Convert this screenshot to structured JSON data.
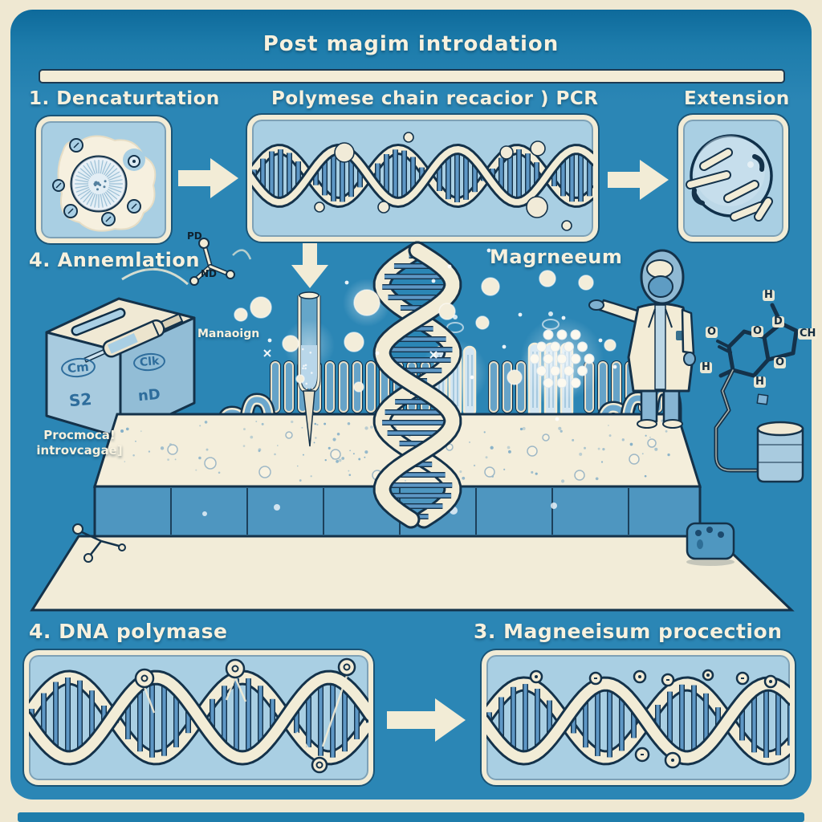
{
  "title": "Post magim introdation",
  "top_row": {
    "left": "1. Dencaturtation",
    "center": "Polymese chain recacior ) PCR",
    "right": "Extension"
  },
  "mid_row": {
    "annealing": "4. Annemlation",
    "magnesium": "Magrneeum",
    "pipette_note": "Manaoign",
    "molecule_top": "PD",
    "molecule_side": "ND"
  },
  "reagent_box": {
    "face_badge": "Cm",
    "face_code": "S2",
    "side_badge": "Clk",
    "side_code": "nD",
    "caption_line1": "Procmoca!",
    "caption_line2": "introvcagae]"
  },
  "chem_labels": {
    "h_top": "H",
    "o_left": "O",
    "o_ring": "O",
    "d_inner": "D",
    "ch_right": "CH",
    "o_lower": "O",
    "h_left": "H",
    "h_bottom": "H"
  },
  "bottom_row": {
    "left": "4. DNA polymase",
    "right": "3. Magneeisum procection"
  },
  "colors": {
    "canvas_blue": "#2b86b5",
    "panel_blue": "#a9cfe3",
    "cream": "#f2ecd6",
    "outline_dark": "#14324a",
    "rung_blue": "#5e97c5"
  }
}
